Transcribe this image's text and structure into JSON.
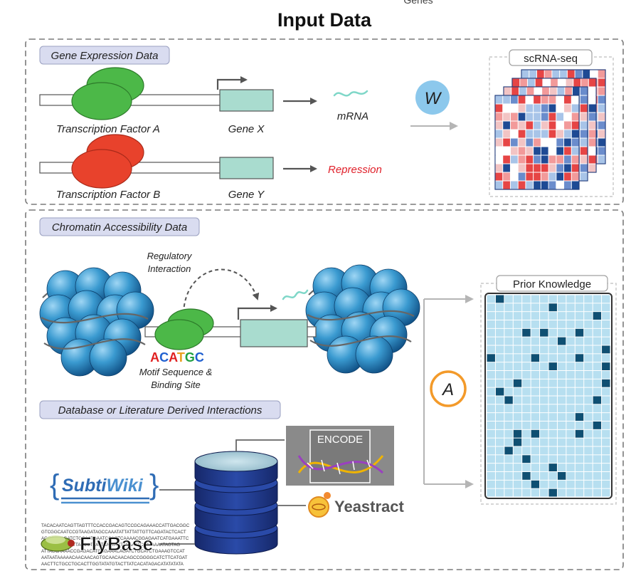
{
  "header": {
    "top_fragment": "Genes",
    "title": "Input Data"
  },
  "gene_expression": {
    "section_label": "Gene Expression Data",
    "tf_a_label": "Transcription Factor A",
    "tf_b_label": "Transcription Factor B",
    "gene_x_label": "Gene X",
    "gene_y_label": "Gene Y",
    "mrna_label": "mRNA",
    "repression_label": "Repression",
    "w_symbol": "W",
    "scrna_label": "scRNA-seq"
  },
  "chromatin": {
    "section_label": "Chromatin Accessibility Data",
    "regulatory_line1": "Regulatory",
    "regulatory_line2": "Interaction",
    "motif_letters": [
      "A",
      "C",
      "A",
      "T",
      "G",
      "C"
    ],
    "motif_line1": "Motif Sequence &",
    "motif_line2": "Binding Site",
    "a_symbol": "A",
    "prior_label": "Prior Knowledge"
  },
  "database": {
    "section_label": "Database or Literature Derived Interactions",
    "encode_label": "ENCODE",
    "subtiwiki_subti": "Subti",
    "subtiwiki_wiki": "Wiki",
    "yeastract_label": "Yeastract",
    "flybase_label": "FlyBase",
    "dna_seq_lines": [
      "TACACAATCAGTTAGTTTCCACCGACAGTCCGCAGAAACCATTGACGGC",
      "GTCGGCAATCCGTAAGATAGCCAAATATTATTATTGTTCAGATACTCACT",
      "AGGCGCAGATCTGCAATGAATCGACTCAAAACGGAGAATCATGAAATTC",
      "CGCGTCGGAATTAACGTAATTAAATAGTACAAATCAATAAAATAGTAG",
      "ATTAGCAAAACCGAGACATGAGAAACAGATCTGCATCTGAAAGTCCAT",
      "AATAATAAAAACAACAACAGTGCAACAACAGCCGGGGCATCTTCATGAT",
      "AACTTCTGCCTGCACTTGGTATATGTACTTATCACATAGACATATATATA"
    ],
    "motif_colors": [
      "#e02020",
      "#2060d0",
      "#e02020",
      "#e8a020",
      "#20a040",
      "#2060d0"
    ]
  },
  "colors": {
    "tf_a": "#4cb848",
    "tf_b": "#e8422c",
    "gene_box": "#a9dccf",
    "repression": "#e0202a",
    "w_circle": "#8cc8ec",
    "a_ring": "#f39a2a",
    "section_pill": "#d9dcf0",
    "nucleosome": "#3a9ad0",
    "heat_red": "#e64545",
    "heat_blue": "#1e4a94",
    "prior_cell": "#b7dff0",
    "prior_dark": "#0f4f72"
  }
}
